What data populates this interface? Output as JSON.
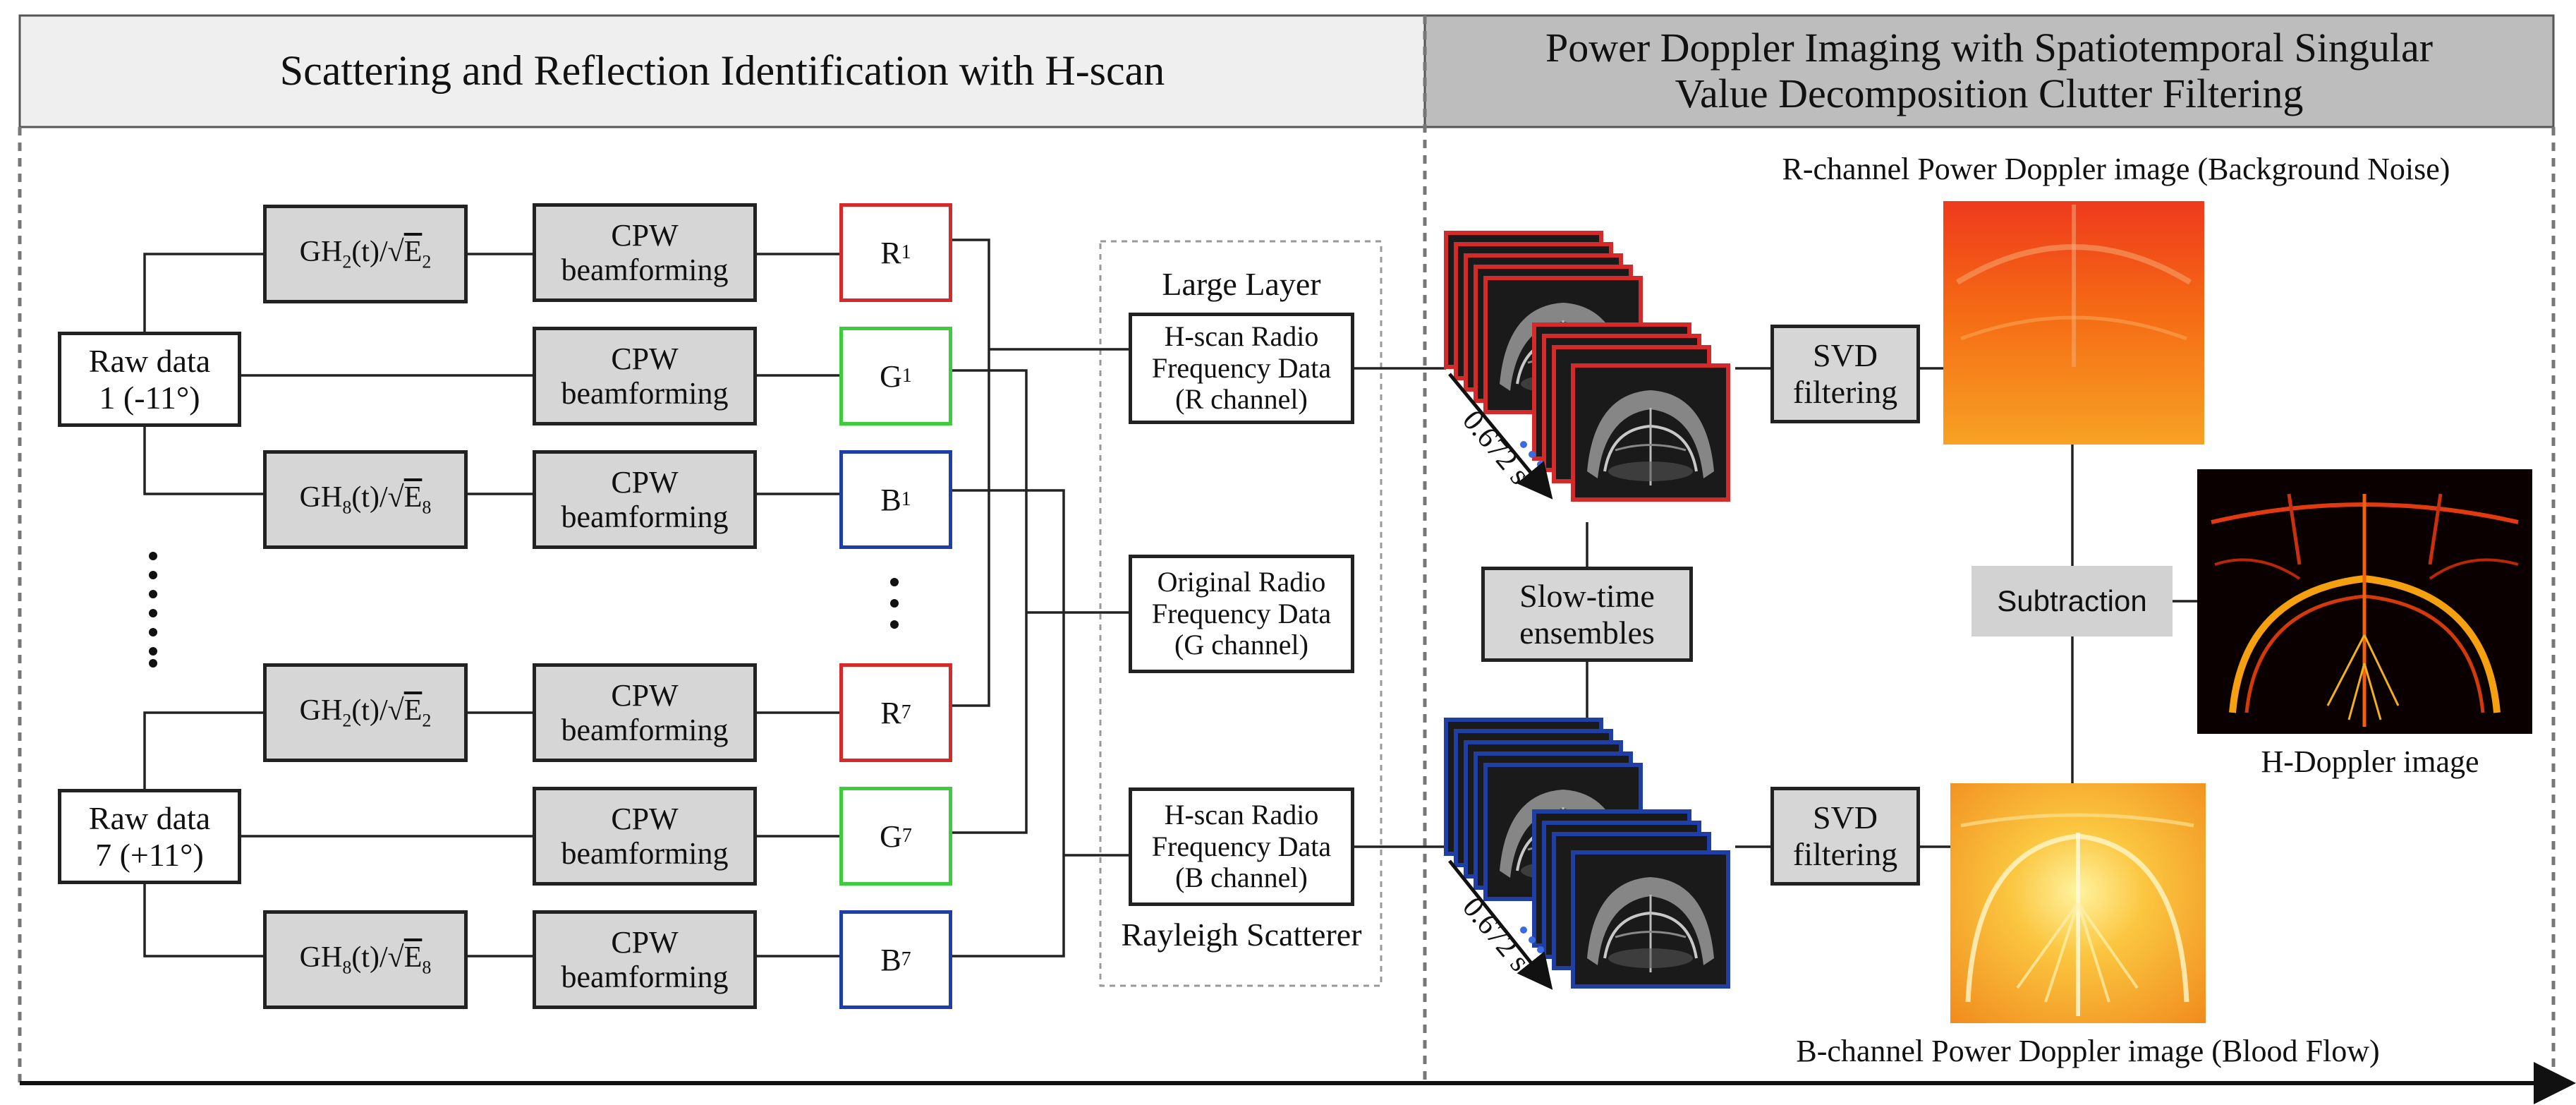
{
  "header": {
    "left_title": "Scattering and Reflection Identification with H-scan",
    "right_title": "Power Doppler Imaging with Spatiotemporal Singular\nValue Decomposition Clutter Filtering"
  },
  "raw_data": [
    {
      "label": "Raw data\n1 (-11°)"
    },
    {
      "label": "Raw data\n7 (+11°)"
    }
  ],
  "filters": {
    "gh2": {
      "prefix": "GH",
      "sub": "2",
      "middle": "(t)/√",
      "e": "E",
      "esub": "2"
    },
    "gh8": {
      "prefix": "GH",
      "sub": "8",
      "middle": "(t)/√",
      "e": "E",
      "esub": "8"
    }
  },
  "beamforming_label": "CPW\nbeamforming",
  "channels": {
    "r1": {
      "letter": "R",
      "sub": "1",
      "color": "#d42a2a"
    },
    "g1": {
      "letter": "G",
      "sub": "1",
      "color": "#3ccc3c"
    },
    "b1": {
      "letter": "B",
      "sub": "1",
      "color": "#1f3fa6"
    },
    "r7": {
      "letter": "R",
      "sub": "7",
      "color": "#d42a2a"
    },
    "g7": {
      "letter": "G",
      "sub": "7",
      "color": "#3ccc3c"
    },
    "b7": {
      "letter": "B",
      "sub": "7",
      "color": "#1f3fa6"
    }
  },
  "rf_data": {
    "large_layer": "Large Layer",
    "r_channel": "H-scan Radio\nFrequency Data\n(R channel)",
    "g_channel": "Original Radio\nFrequency Data\n(G channel)",
    "b_channel": "H-scan Radio\nFrequency Data\n(B channel)",
    "rayleigh": "Rayleigh Scatterer"
  },
  "time_label": "0.672 s",
  "slow_time": "Slow-time\nensembles",
  "svd_label": "SVD\nfiltering",
  "subtraction": "Subtraction",
  "captions": {
    "r_power": "R-channel Power Doppler image (Background Noise)",
    "b_power": "B-channel Power Doppler image (Blood Flow)",
    "h_doppler": "H-Doppler image"
  },
  "colors": {
    "red": "#d42a2a",
    "green": "#3ccc3c",
    "blue": "#1f3fa6",
    "header_left": "#efefef",
    "header_right": "#bdbdbd",
    "box_fill": "#d6d6d6"
  }
}
